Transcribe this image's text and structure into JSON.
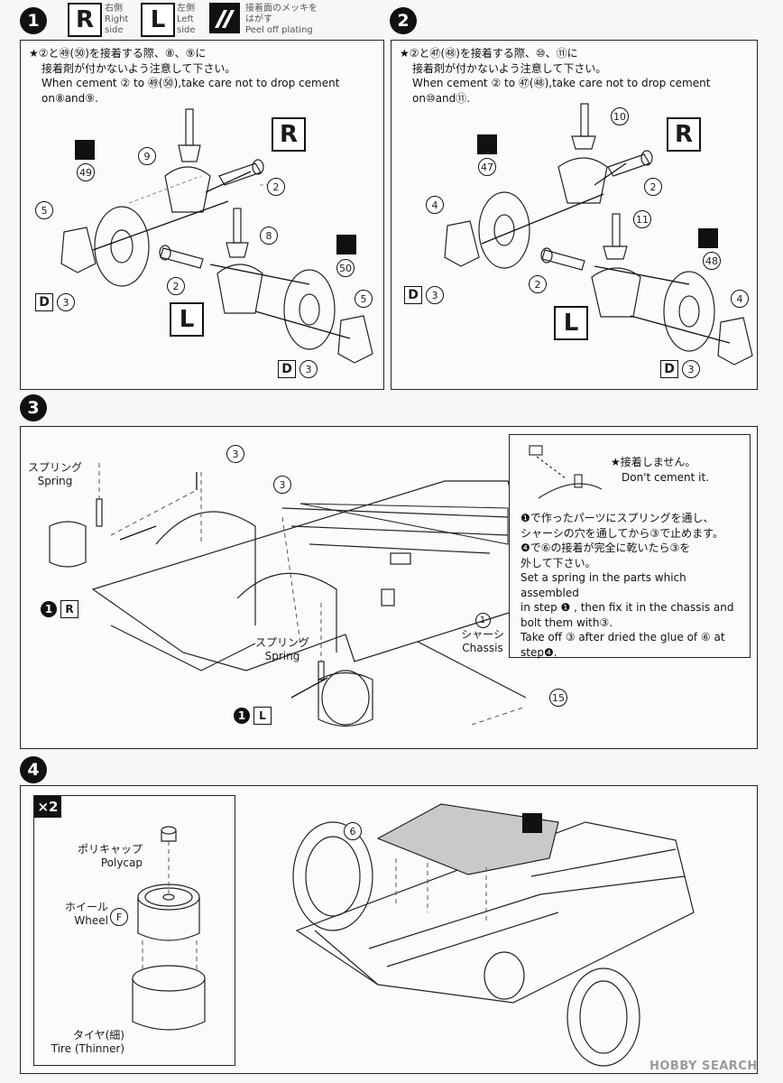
{
  "legend": {
    "right": {
      "letter": "R",
      "jp": "右側",
      "en1": "Right",
      "en2": "side"
    },
    "left": {
      "letter": "L",
      "jp": "左側",
      "en1": "Left",
      "en2": "side"
    },
    "plating": {
      "jp1": "接着面のメッキを",
      "jp2": "はがす",
      "en": "Peel off plating"
    }
  },
  "steps": {
    "s1": {
      "number": "1",
      "note_jp1": "★②と㊾(㊿)を接着する際、⑧、⑨に",
      "note_jp2": "接着剤が付かないよう注意して下さい。",
      "note_en1": "When cement ② to ㊾(㊿),take care not to drop cement",
      "note_en2": "on⑧and⑨.",
      "side_R": "R",
      "side_L": "L",
      "parts": {
        "p9": "9",
        "p49": "49",
        "p2a": "2",
        "p5a": "5",
        "p8": "8",
        "p50": "50",
        "p2b": "2",
        "p5b": "5"
      },
      "d3a_letter": "D",
      "d3a_num": "3",
      "d3b_letter": "D",
      "d3b_num": "3"
    },
    "s2": {
      "number": "2",
      "note_jp1": "★②と㊼(㊽)を接着する際、⑩、⑪に",
      "note_jp2": "接着剤が付かないよう注意して下さい。",
      "note_en1": "When cement ② to ㊼(㊽),take care not to drop cement",
      "note_en2": "on⑩and⑪.",
      "side_R": "R",
      "side_L": "L",
      "parts": {
        "p10": "10",
        "p47": "47",
        "p2a": "2",
        "p4a": "4",
        "p11": "11",
        "p48": "48",
        "p2b": "2",
        "p4b": "4"
      },
      "d3a_letter": "D",
      "d3a_num": "3",
      "d3b_letter": "D",
      "d3b_num": "3"
    },
    "s3": {
      "number": "3",
      "spring1_jp": "スプリング",
      "spring1_en": "Spring",
      "spring2_jp": "スプリング",
      "spring2_en": "Spring",
      "p3a": "3",
      "p3b": "3",
      "ref1R_num": "1",
      "ref1R_side": "R",
      "ref1L_num": "1",
      "ref1L_side": "L",
      "chassis_num": "1",
      "chassis_jp": "シャーシ",
      "chassis_en": "Chassis",
      "p15": "15",
      "inset_note_jp": "★接着しません。",
      "inset_note_en": "Don't cement it.",
      "inset_jp1": "❶で作ったパーツにスプリングを通し、",
      "inset_jp2": "シャーシの穴を通してから③で止めます。",
      "inset_jp3": "❹で⑥の接着が完全に乾いたら③を",
      "inset_jp4": "外して下さい。",
      "inset_en1": "Set a spring in the parts which assembled",
      "inset_en2": "in step ❶ , then fix it in the chassis and",
      "inset_en3": "bolt them with③.",
      "inset_en4": "Take off ③ after dried the glue of ⑥ at",
      "inset_en5": "step❹."
    },
    "s4": {
      "number": "4",
      "qty": "×2",
      "polycap_jp": "ポリキャップ",
      "polycap_en": "Polycap",
      "wheel_jp": "ホイール",
      "wheel_en": "Wheel",
      "wheel_part": "F",
      "tire_jp": "タイヤ(細)",
      "tire_en": "Tire (Thinner)",
      "p6": "6"
    }
  },
  "watermark": "HOBBY SEARCH"
}
